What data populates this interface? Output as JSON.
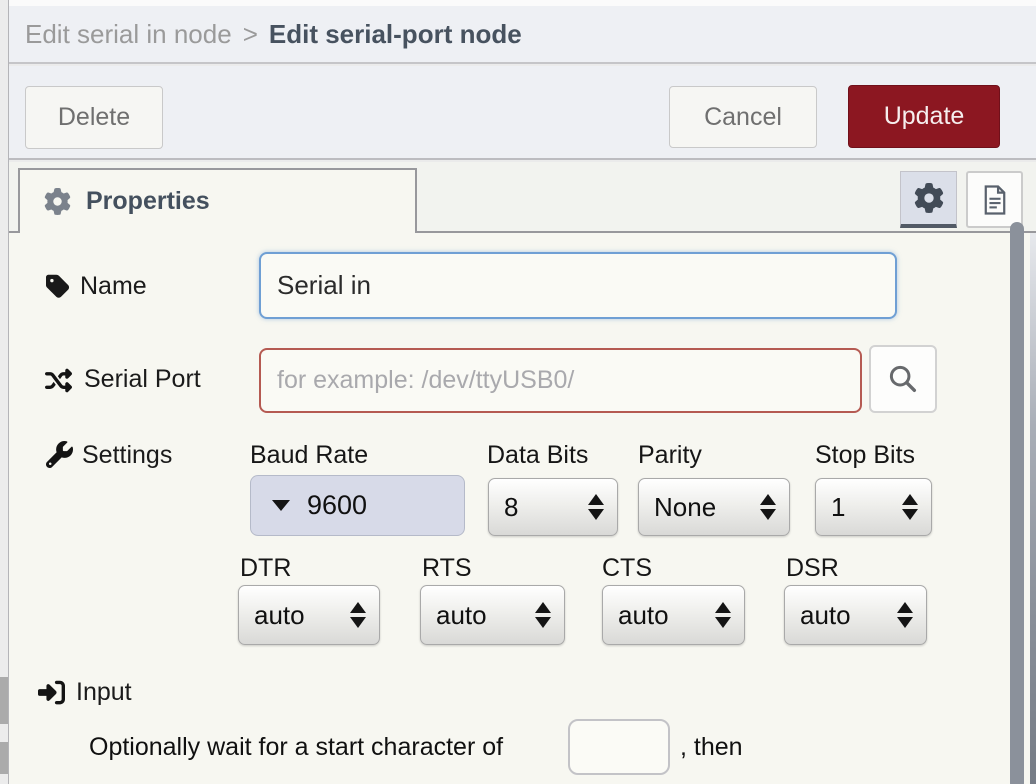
{
  "header": {
    "breadcrumb_parent": "Edit serial in node",
    "breadcrumb_separator": ">",
    "breadcrumb_current": "Edit serial-port node"
  },
  "toolbar": {
    "delete": "Delete",
    "cancel": "Cancel",
    "update": "Update"
  },
  "tabbar": {
    "properties": "Properties"
  },
  "form": {
    "name": {
      "label": "Name",
      "value": "Serial in"
    },
    "serial_port": {
      "label": "Serial Port",
      "placeholder": "for example: /dev/ttyUSB0/"
    },
    "settings": {
      "label": "Settings",
      "row1": [
        {
          "label": "Baud Rate",
          "value": "9600"
        },
        {
          "label": "Data Bits",
          "value": "8"
        },
        {
          "label": "Parity",
          "value": "None"
        },
        {
          "label": "Stop Bits",
          "value": "1"
        }
      ],
      "row2": [
        {
          "label": "DTR",
          "value": "auto"
        },
        {
          "label": "RTS",
          "value": "auto"
        },
        {
          "label": "CTS",
          "value": "auto"
        },
        {
          "label": "DSR",
          "value": "auto"
        }
      ]
    },
    "input_section": {
      "label": "Input",
      "wait_text_before": "Optionally wait for a start character of",
      "wait_value": "",
      "wait_text_after": ", then"
    }
  },
  "colors": {
    "update_button": "#8c1721",
    "focused_input_border": "#6f9fd4",
    "invalid_input_border": "#b55a52",
    "baud_select_bg": "#d7dae8",
    "tab_text": "#44505e",
    "header_bg": "#eef0f4",
    "form_bg": "#f7f7f1"
  }
}
